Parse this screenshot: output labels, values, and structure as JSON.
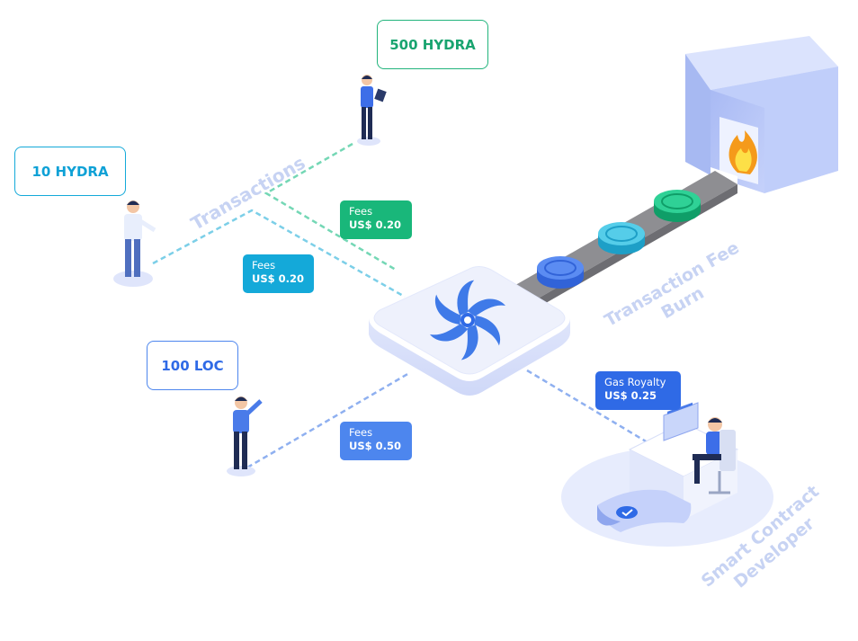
{
  "callouts": {
    "hydra_500": "500 HYDRA",
    "hydra_10": "10 HYDRA",
    "loc_100": "100 LOC"
  },
  "fees": {
    "top": {
      "title": "Fees",
      "amount": "US$ 0.20"
    },
    "left": {
      "title": "Fees",
      "amount": "US$ 0.20"
    },
    "bottom": {
      "title": "Fees",
      "amount": "US$ 0.50"
    },
    "royalty": {
      "title": "Gas Royalty",
      "amount": "US$ 0.25"
    }
  },
  "labels": {
    "transactions": "Transactions",
    "burn_line1": "Transaction Fee",
    "burn_line2": "Burn",
    "dev_line1": "Smart Contract",
    "dev_line2": "Developer"
  },
  "colors": {
    "green": "#19b77a",
    "teal": "#14a9d9",
    "blue": "#4d86ee",
    "royal": "#2f6ae6",
    "platform": "#eef1fc",
    "oven": "#b6c5f6",
    "label": "#c7d3f3"
  },
  "icons": [
    "person-icon",
    "hydra-logo-icon",
    "coin-icon",
    "fire-icon",
    "computer-icon",
    "document-scroll-icon"
  ]
}
